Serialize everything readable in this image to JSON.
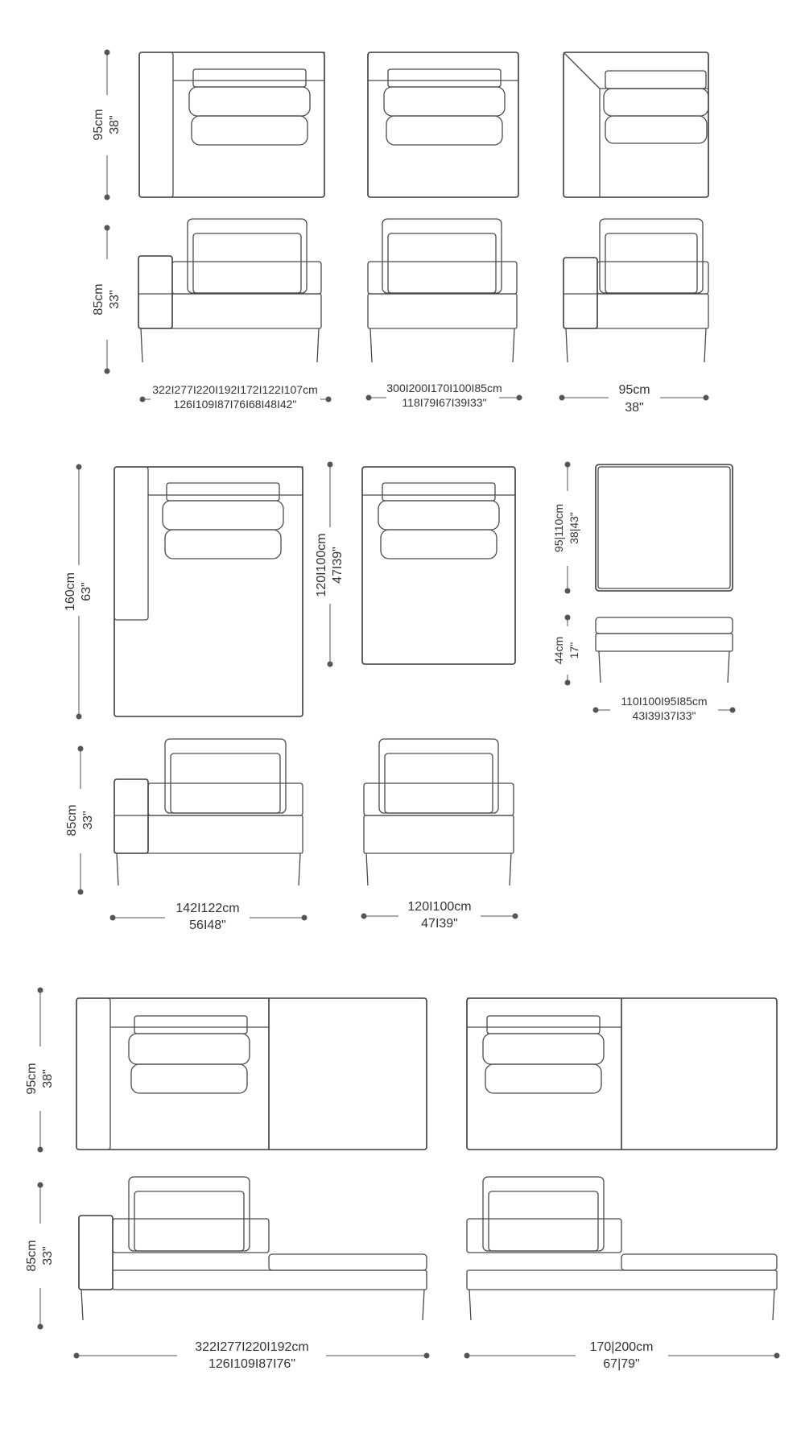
{
  "colors": {
    "line": "#4a4a4a",
    "dimension": "#555555",
    "text": "#333333",
    "background": "#ffffff"
  },
  "row1": {
    "depth": {
      "cm": "95cm",
      "in": "38\""
    },
    "height": {
      "cm": "85cm",
      "in": "33\""
    },
    "widths": [
      {
        "cm": "322I277I220I192I172I122I107cm",
        "in": "126I109I87I76I68I48I42\""
      },
      {
        "cm": "300I200I170I100I85cm",
        "in": "118I79I67I39I33\""
      },
      {
        "cm": "95cm",
        "in": "38\""
      }
    ]
  },
  "row2": {
    "chaise_depth": {
      "cm": "160cm",
      "in": "63\""
    },
    "armless_depth": {
      "cm": "120I100cm",
      "in": "47I39\""
    },
    "ottoman_depth": {
      "cm": "95|110cm",
      "in": "38|43\""
    },
    "ottoman_height": {
      "cm": "44cm",
      "in": "17\""
    },
    "ottoman_width": {
      "cm": "110I100I95I85cm",
      "in": "43I39I37I33\""
    },
    "height": {
      "cm": "85cm",
      "in": "33\""
    },
    "widths": [
      {
        "cm": "142I122cm",
        "in": "56I48\""
      },
      {
        "cm": "120I100cm",
        "in": "47I39\""
      }
    ]
  },
  "row3": {
    "depth": {
      "cm": "95cm",
      "in": "38\""
    },
    "height": {
      "cm": "85cm",
      "in": "33\""
    },
    "widths": [
      {
        "cm": "322I277I220I192cm",
        "in": "126I109I87I76\""
      },
      {
        "cm": "170|200cm",
        "in": "67|79\""
      }
    ]
  }
}
